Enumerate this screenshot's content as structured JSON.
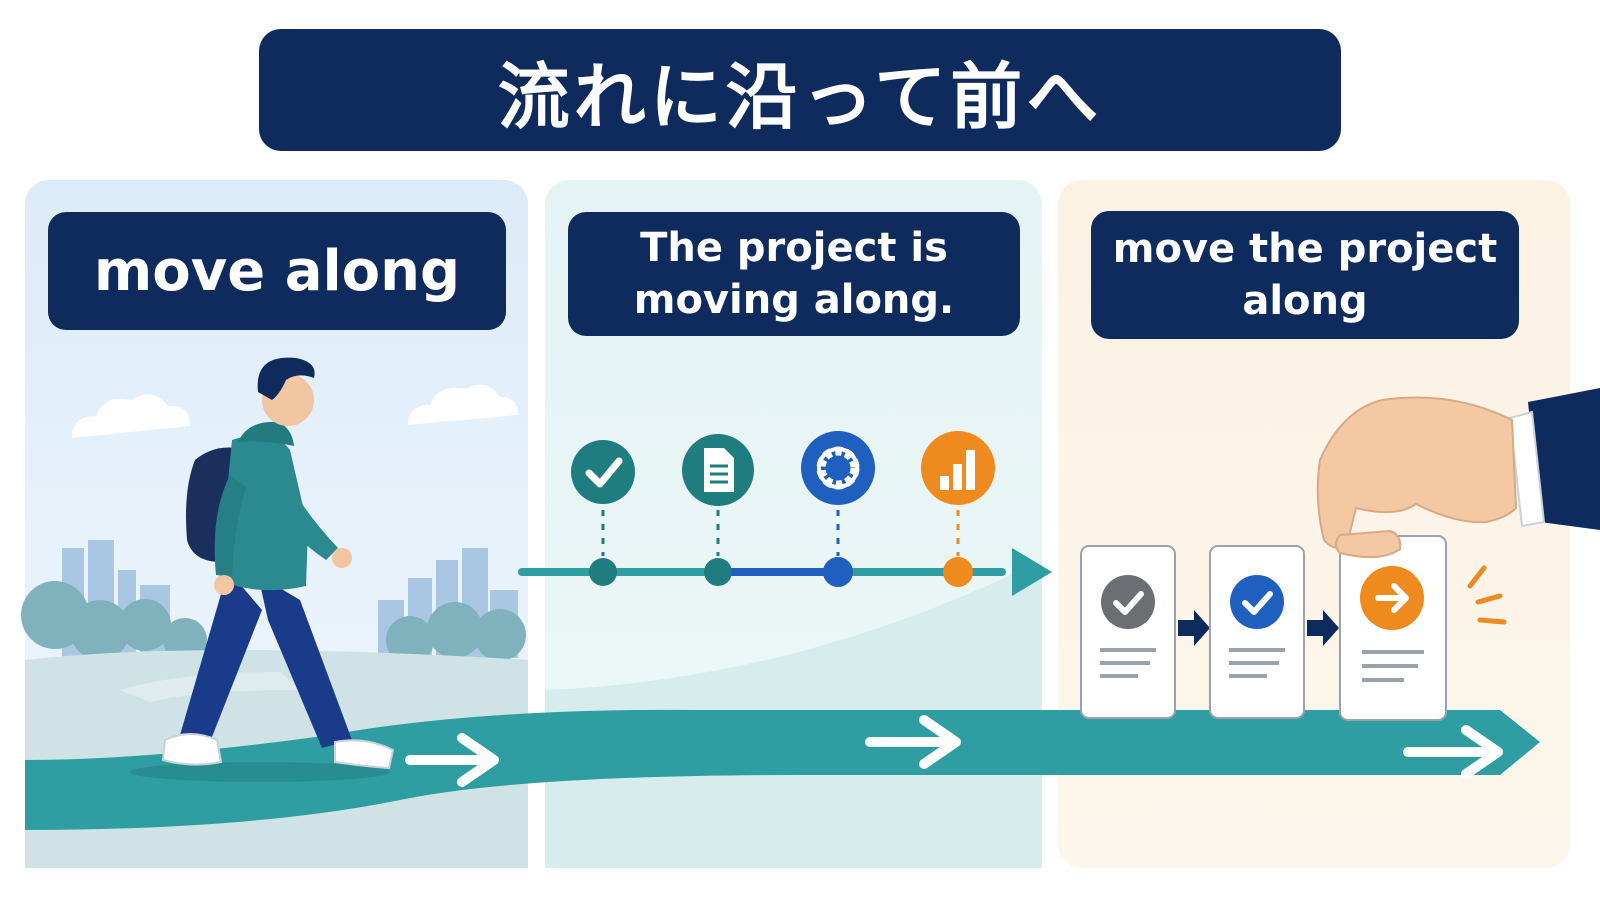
{
  "title": "流れに沿って前へ",
  "panels": [
    {
      "label": "move along"
    },
    {
      "label": "The project is moving along."
    },
    {
      "label": "move the project along"
    }
  ],
  "icons": {
    "timeline": [
      "check-icon",
      "document-icon",
      "gear-icon",
      "bar-chart-icon"
    ],
    "cards": [
      "check-icon",
      "check-icon",
      "arrow-right-icon"
    ]
  },
  "colors": {
    "navy": "#0f2a5c",
    "teal": "#2e9ea3",
    "dark_teal": "#1f7c7f",
    "blue": "#1f5fbf",
    "orange": "#ef8a1f",
    "grey": "#6b6f73"
  }
}
